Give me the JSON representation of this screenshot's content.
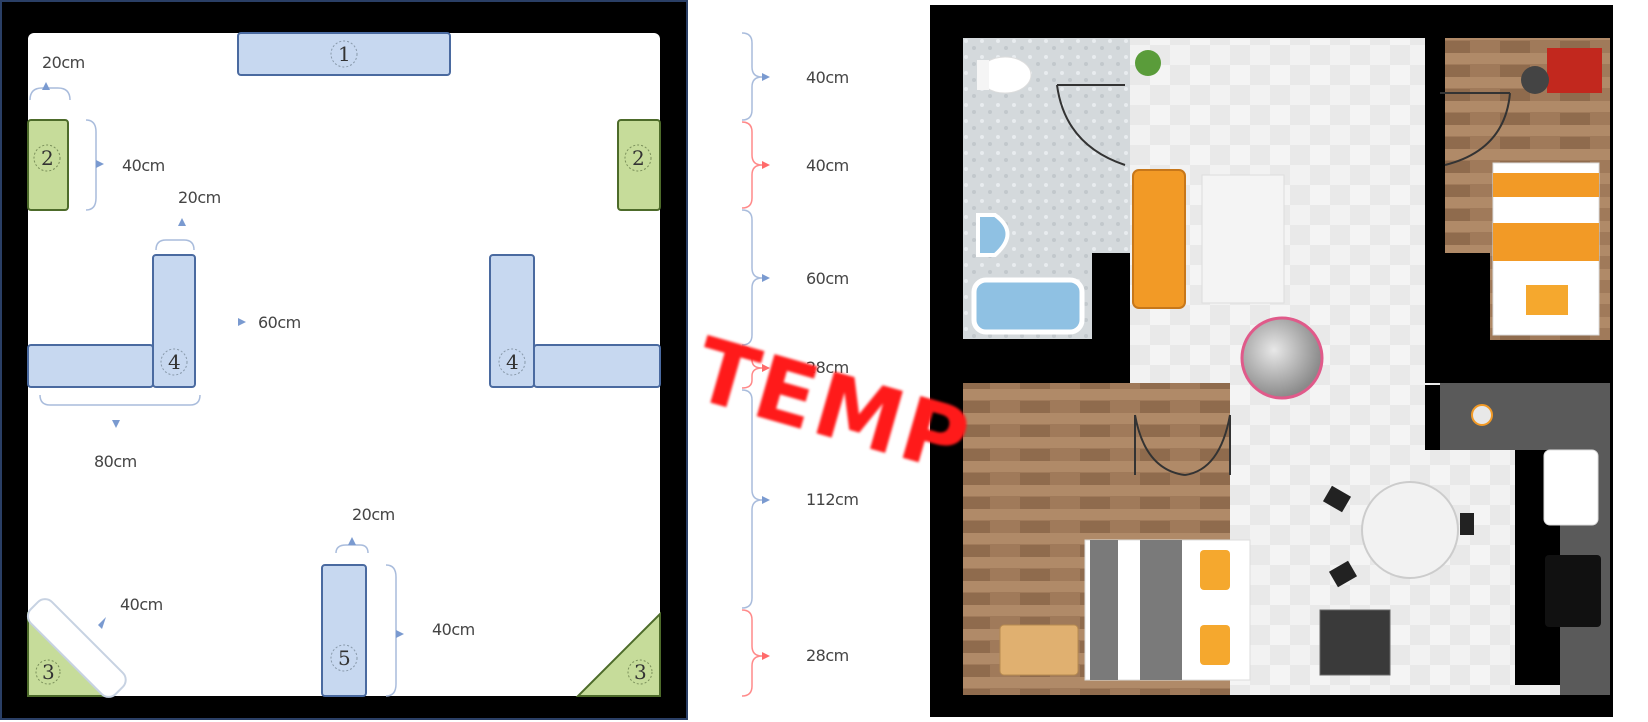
{
  "left_plan": {
    "pieces": [
      {
        "id": "piece-1",
        "number": "1"
      },
      {
        "id": "piece-2-left",
        "number": "2"
      },
      {
        "id": "piece-2-right",
        "number": "2"
      },
      {
        "id": "piece-4-left",
        "number": "4"
      },
      {
        "id": "piece-4-right",
        "number": "4"
      },
      {
        "id": "piece-3-left",
        "number": "3"
      },
      {
        "id": "piece-3-right",
        "number": "3"
      },
      {
        "id": "piece-5",
        "number": "5"
      }
    ],
    "dims": {
      "top_left_gap": "20cm",
      "piece2_height": "40cm",
      "piece4_gap": "20cm",
      "piece4_height": "60cm",
      "piece4_below": "80cm",
      "piece5_gap": "20cm",
      "piece3_length": "40cm",
      "piece5_height": "40cm"
    }
  },
  "vertical_scale": {
    "segments": [
      "40cm",
      "40cm",
      "60cm",
      "28cm",
      "112cm",
      "28cm"
    ]
  },
  "watermark": "TEMP",
  "colors": {
    "blue_piece": "#c7d8f0",
    "blue_border": "#4a6aa0",
    "green_piece": "#c6dc9a",
    "green_border": "#4d6b2a",
    "frame": "#000000",
    "frame_outer": "#2a3f66",
    "watermark": "#ff1a1a",
    "scale_red": "#ff6b6b",
    "scale_blue": "#7a9ad0",
    "wood": "#a07a5a",
    "tile": "#e6e6e6",
    "orange": "#f29a26"
  }
}
